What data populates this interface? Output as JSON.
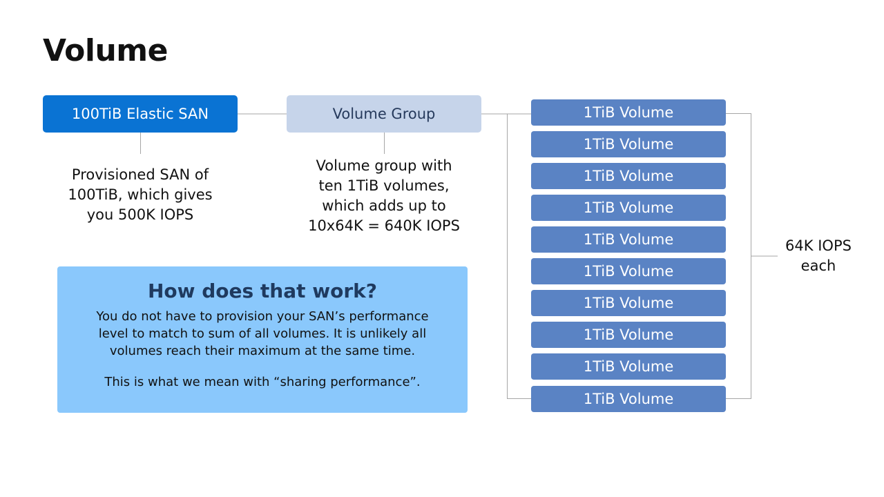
{
  "slide": {
    "title": "Volume"
  },
  "san": {
    "label": "100TiB Elastic SAN",
    "description": [
      "Provisioned SAN of",
      "100TiB, which gives",
      "you 500K IOPS"
    ]
  },
  "volume_group": {
    "label": "Volume Group",
    "description": [
      "Volume group with",
      "ten 1TiB volumes,",
      "which adds up to",
      "10x64K = 640K IOPS"
    ]
  },
  "info_box": {
    "title": "How does that work?",
    "body": [
      "You do not have to provision your SAN’s performance",
      "level to match to sum of all volumes. It is unlikely all",
      "volumes reach their maximum at the same time."
    ],
    "note": "This is what we mean with “sharing performance”."
  },
  "volumes": [
    "1TiB Volume",
    "1TiB Volume",
    "1TiB Volume",
    "1TiB Volume",
    "1TiB Volume",
    "1TiB Volume",
    "1TiB Volume",
    "1TiB Volume",
    "1TiB Volume",
    "1TiB Volume"
  ],
  "iops_label": [
    "64K IOPS",
    "each"
  ],
  "colors": {
    "san_fill": "#0a73d3",
    "volume_group_fill": "#c6d4ea",
    "volume_fill": "#5a83c4",
    "info_fill": "#8ac8fc",
    "connector": "#a6a6a6"
  }
}
